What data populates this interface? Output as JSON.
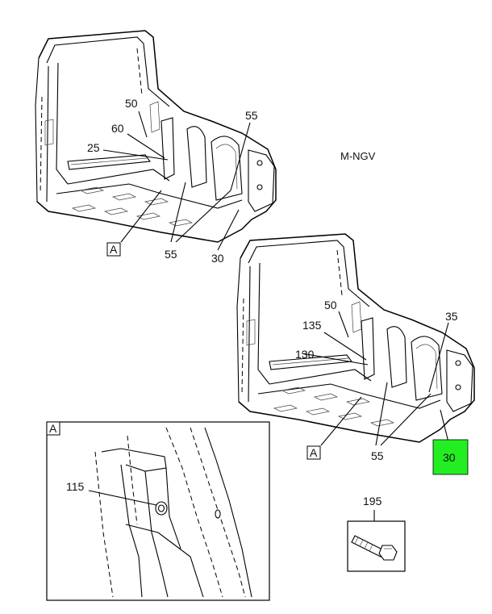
{
  "diagram": {
    "code": "M-NGV",
    "view_marker": "A",
    "callouts": {
      "upper": {
        "c50": "50",
        "c60": "60",
        "c25": "25",
        "c55_top": "55",
        "c55_bottom": "55",
        "c30": "30"
      },
      "lower": {
        "c35": "35",
        "c50": "50",
        "c135": "135",
        "c130": "130",
        "c55": "55",
        "c30": "30"
      },
      "detail": {
        "c115": "115"
      },
      "bolt": {
        "c195": "195"
      }
    },
    "highlight_color": "#22ee22"
  }
}
